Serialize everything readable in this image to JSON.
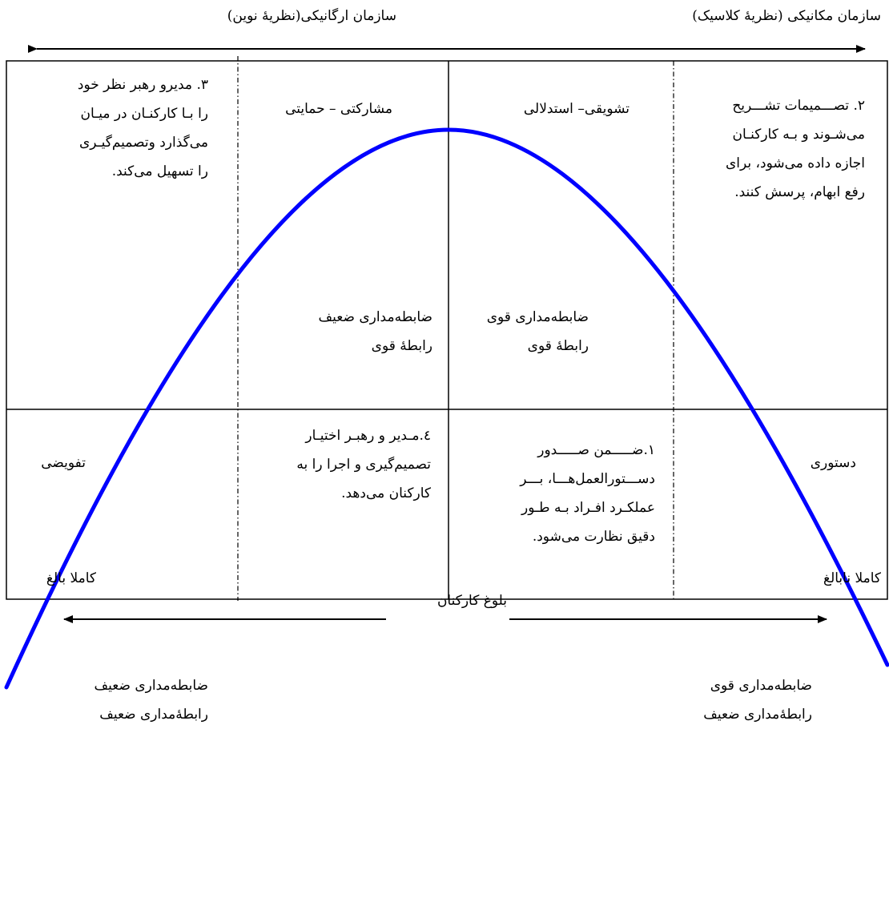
{
  "top": {
    "mechanical_label": "سازمان مکانیکی (نظریهٔ کلاسیک)",
    "organic_label": "سازمان ارگانیکی(نظریهٔ نوین)"
  },
  "styles": {
    "participative": "مشارکتی – حمایتی",
    "persuasive": "تشویقی– استدلالی",
    "delegating": "تفویضی",
    "directive": "دستوری"
  },
  "descriptions": {
    "d2": [
      "۲. تصـــمیمات تشـــریح",
      "می‌شـوند و بـه کارکنـان",
      "اجازه داده می‌شود، برای",
      "رفع ابهام، پرسش کنند."
    ],
    "d3": [
      "۳. مدیرو رهبر نظر خود",
      "را بـا کارکنـان در میـان",
      "می‌گذارد وتصمیم‌گیـری",
      "را تسهیل می‌کند."
    ],
    "d4": [
      "٤.مـدیر و رهبـر اختیـار",
      "تصمیم‌گیری و اجرا را به",
      "کارکنان می‌دهد."
    ],
    "d1": [
      "۱.ضـــــمن صـــــدور",
      "دســـتورالعمل‌هـــا، بـــر",
      "عملکـرد افـراد بـه طـور",
      "دقیق نظارت می‌شود."
    ]
  },
  "quadrant_labels": {
    "q_upper_left": [
      "ضابطه‌مداری ضعیف",
      "رابطهٔ قوی"
    ],
    "q_upper_right": [
      "ضابطه‌مداری قوی",
      "رابطهٔ قوی"
    ],
    "q_lower_left": [
      "ضابطه‌مداری ضعیف",
      "رابطهٔ‌مداری ضعیف"
    ],
    "q_lower_right": [
      "ضابطه‌مداری قوی",
      "رابطهٔ‌مداری ضعیف"
    ]
  },
  "bottom": {
    "fully_mature": "کاملا بالغ",
    "fully_immature": "کاملا نابالغ",
    "maturity_label": "بلوغ کارکنان"
  },
  "colors": {
    "curve": "#0000ff",
    "lines": "#000000"
  }
}
